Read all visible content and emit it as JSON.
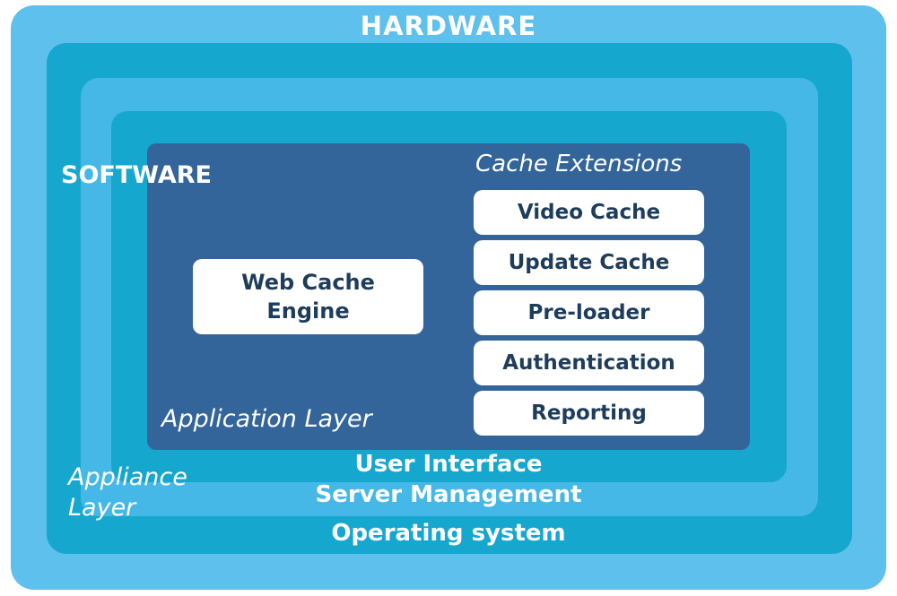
{
  "diagram": {
    "hardware": "HARDWARE",
    "software": "SOFTWARE",
    "operating_system": "Operating system",
    "server_management": "Server Management",
    "user_interface": "User Interface",
    "appliance_layer": "Appliance Layer",
    "application_layer": "Application Layer",
    "web_cache_engine": "Web Cache Engine",
    "cache_extensions": {
      "title": "Cache Extensions",
      "items": [
        "Video Cache",
        "Update Cache",
        "Pre-loader",
        "Authentication",
        "Reporting"
      ]
    }
  },
  "colors": {
    "hardware": "#5ec0ec",
    "operating_system": "#16a7cf",
    "server_management": "#45b8e7",
    "user_interface": "#16a7cf",
    "application_layer": "#33659a",
    "box_text": "#1e3d5c"
  }
}
